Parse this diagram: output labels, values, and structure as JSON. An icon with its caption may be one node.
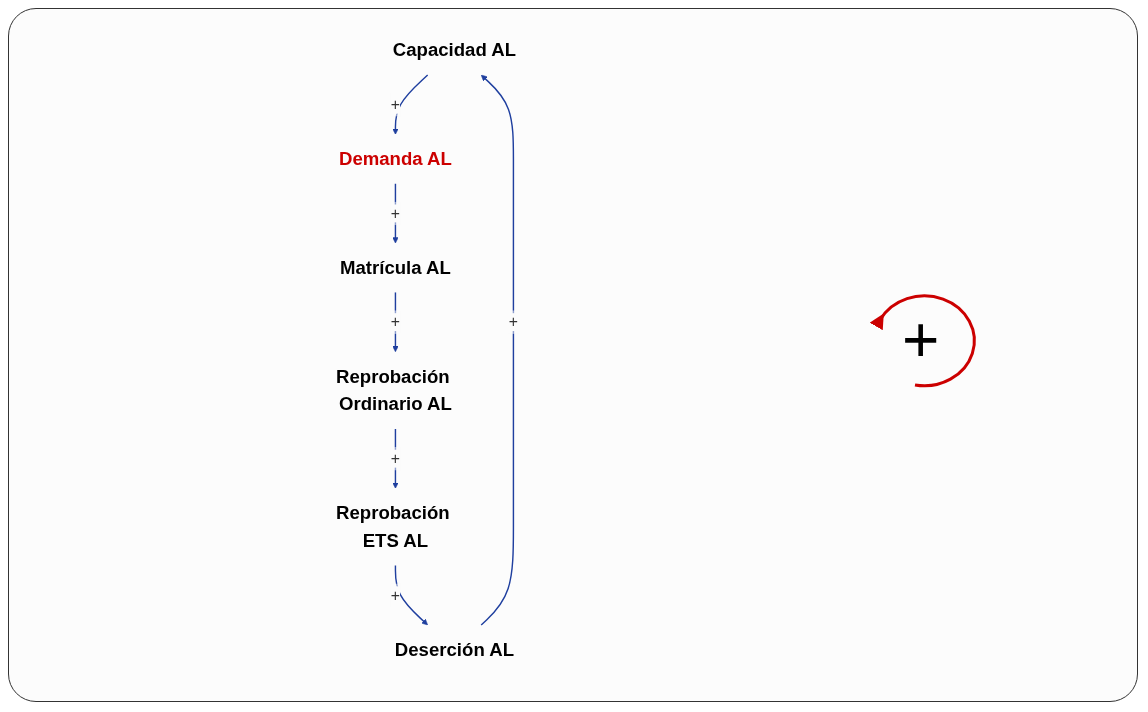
{
  "diagram": {
    "nodes": [
      {
        "text": [
          "Capacidad AL"
        ]
      },
      {
        "text": [
          "Demanda AL"
        ]
      },
      {
        "text": [
          "Matrícula AL"
        ]
      },
      {
        "text": [
          "Reprobación Ordinario AL"
        ]
      },
      {
        "text": [
          "Reprobación ETS AL"
        ]
      },
      {
        "text": [
          "Deserción AL"
        ]
      }
    ],
    "edges": [
      {
        "from": 0,
        "to": 1,
        "arrow": "to",
        "label": "+"
      },
      {
        "from": 1,
        "to": 2,
        "arrow": "to",
        "label": "+"
      },
      {
        "from": 2,
        "to": 3,
        "arrow": "to",
        "label": "+"
      },
      {
        "from": 3,
        "to": 4,
        "arrow": "to",
        "label": "+"
      },
      {
        "from": 4,
        "to": 5,
        "arrow": "to",
        "label": "+"
      },
      {
        "from": 5,
        "to": 0,
        "arrow": "to",
        "label": "+"
      }
    ],
    "labels": [
      "+"
    ]
  }
}
